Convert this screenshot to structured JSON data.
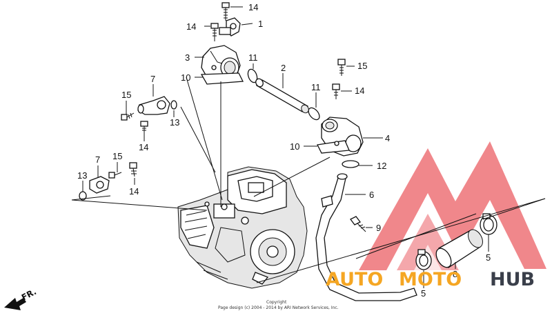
{
  "callouts": {
    "c14a": "14",
    "c1": "1",
    "c14b": "14",
    "c3": "3",
    "c10a": "10",
    "c11a": "11",
    "c2": "2",
    "c15a": "15",
    "c14c": "14",
    "c11b": "11",
    "c7a": "7",
    "c15b": "15",
    "c13a": "13",
    "c14d": "14",
    "c4": "4",
    "c10b": "10",
    "c12": "12",
    "c7b": "7",
    "c15c": "15",
    "c13b": "13",
    "c14e": "14",
    "c6": "6",
    "c9": "9",
    "c5a": "5",
    "c8": "8",
    "c5b": "5"
  },
  "direction_label": "FR.",
  "watermark": {
    "part1": "AUTO",
    "part2": "MOTO",
    "part3": "HUB",
    "color_red": "#e8434a",
    "color_orange": "#f5a623",
    "color_dark": "#3a3f4a"
  },
  "copyright": {
    "line1": "Copyright",
    "line2": "Page design (c) 2004 - 2014 by ARI Network Services, Inc."
  }
}
